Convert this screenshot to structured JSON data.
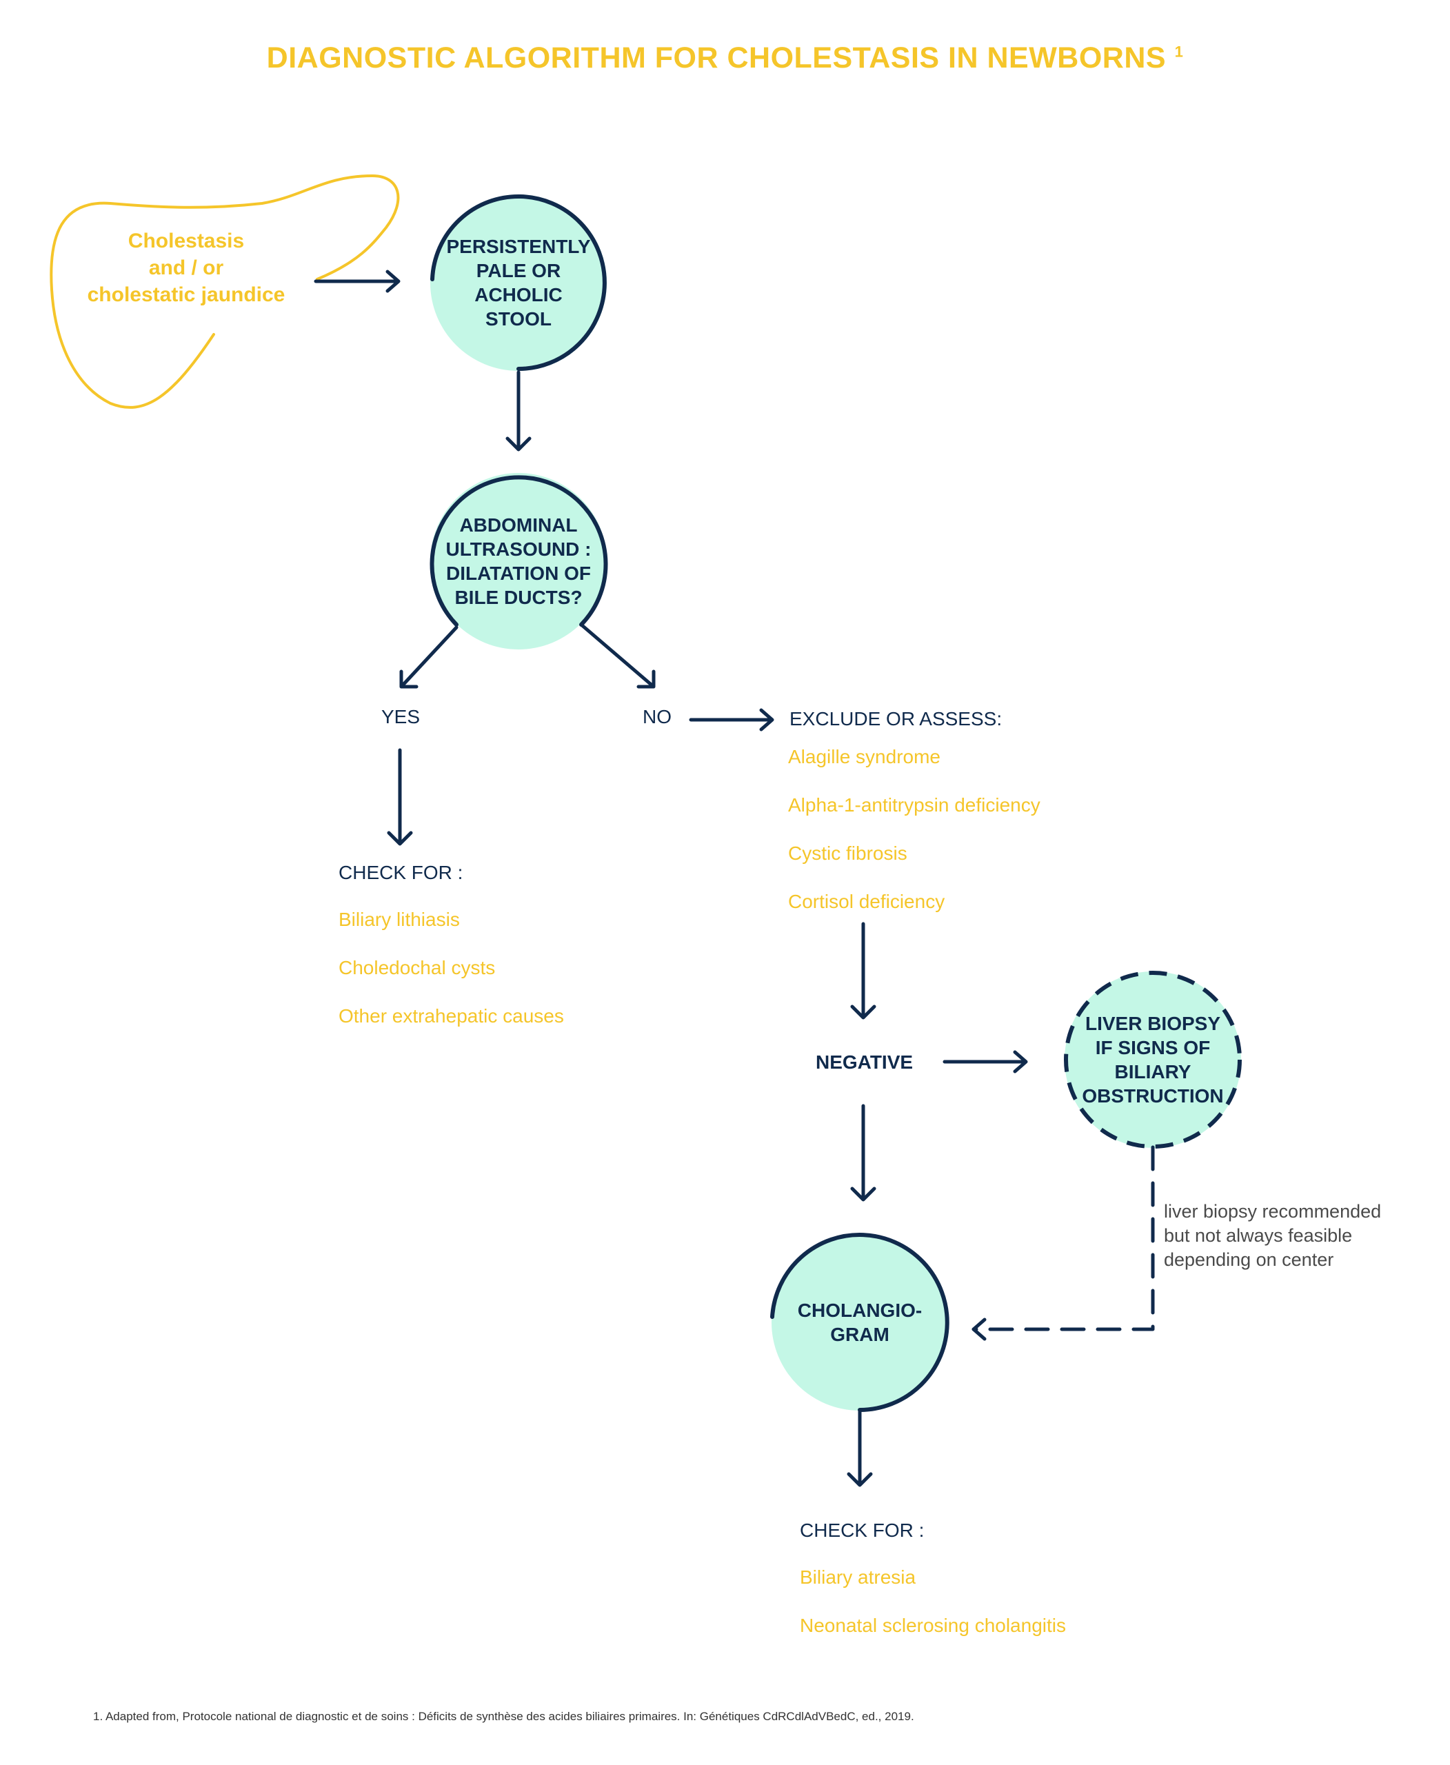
{
  "title": "DIAGNOSTIC ALGORITHM FOR CHOLESTASIS IN NEWBORNS",
  "title_ref": "1",
  "start_text": "Cholestasis\nand / or\ncholestatic jaundice",
  "nodes": {
    "stool": "PERSISTENTLY\nPALE OR\nACHOLIC\nSTOOL",
    "ultrasound": "ABDOMINAL\nULTRASOUND :\nDILATATION OF\nBILE DUCTS?",
    "biopsy": "LIVER BIOPSY\nIF SIGNS OF\nBILIARY\nOBSTRUCTION",
    "cholangiogram": "CHOLANGIO-\nGRAM"
  },
  "labels": {
    "yes": "YES",
    "no": "NO",
    "negative": "NEGATIVE",
    "check_for_1": "CHECK FOR :",
    "exclude": "EXCLUDE OR ASSESS:",
    "check_for_2": "CHECK FOR :"
  },
  "yes_items": [
    "Biliary lithiasis",
    "Choledochal cysts",
    "Other extrahepatic causes"
  ],
  "no_items": [
    "Alagille syndrome",
    "Alpha-1-antitrypsin deficiency",
    "Cystic fibrosis",
    "Cortisol deficiency"
  ],
  "final_items": [
    "Biliary atresia",
    "Neonatal sclerosing cholangitis"
  ],
  "biopsy_note": "liver biopsy recommended\nbut not always feasible\ndepending on center",
  "footnote": "1. Adapted from, Protocole national de diagnostic et de soins : Déficits de synthèse des acides biliaires primaires. In: Génétiques CdRCdlAdVBedC, ed., 2019.",
  "colors": {
    "navy": "#102A4C",
    "yellow": "#F5C52A",
    "mint": "#C4F7E6"
  }
}
